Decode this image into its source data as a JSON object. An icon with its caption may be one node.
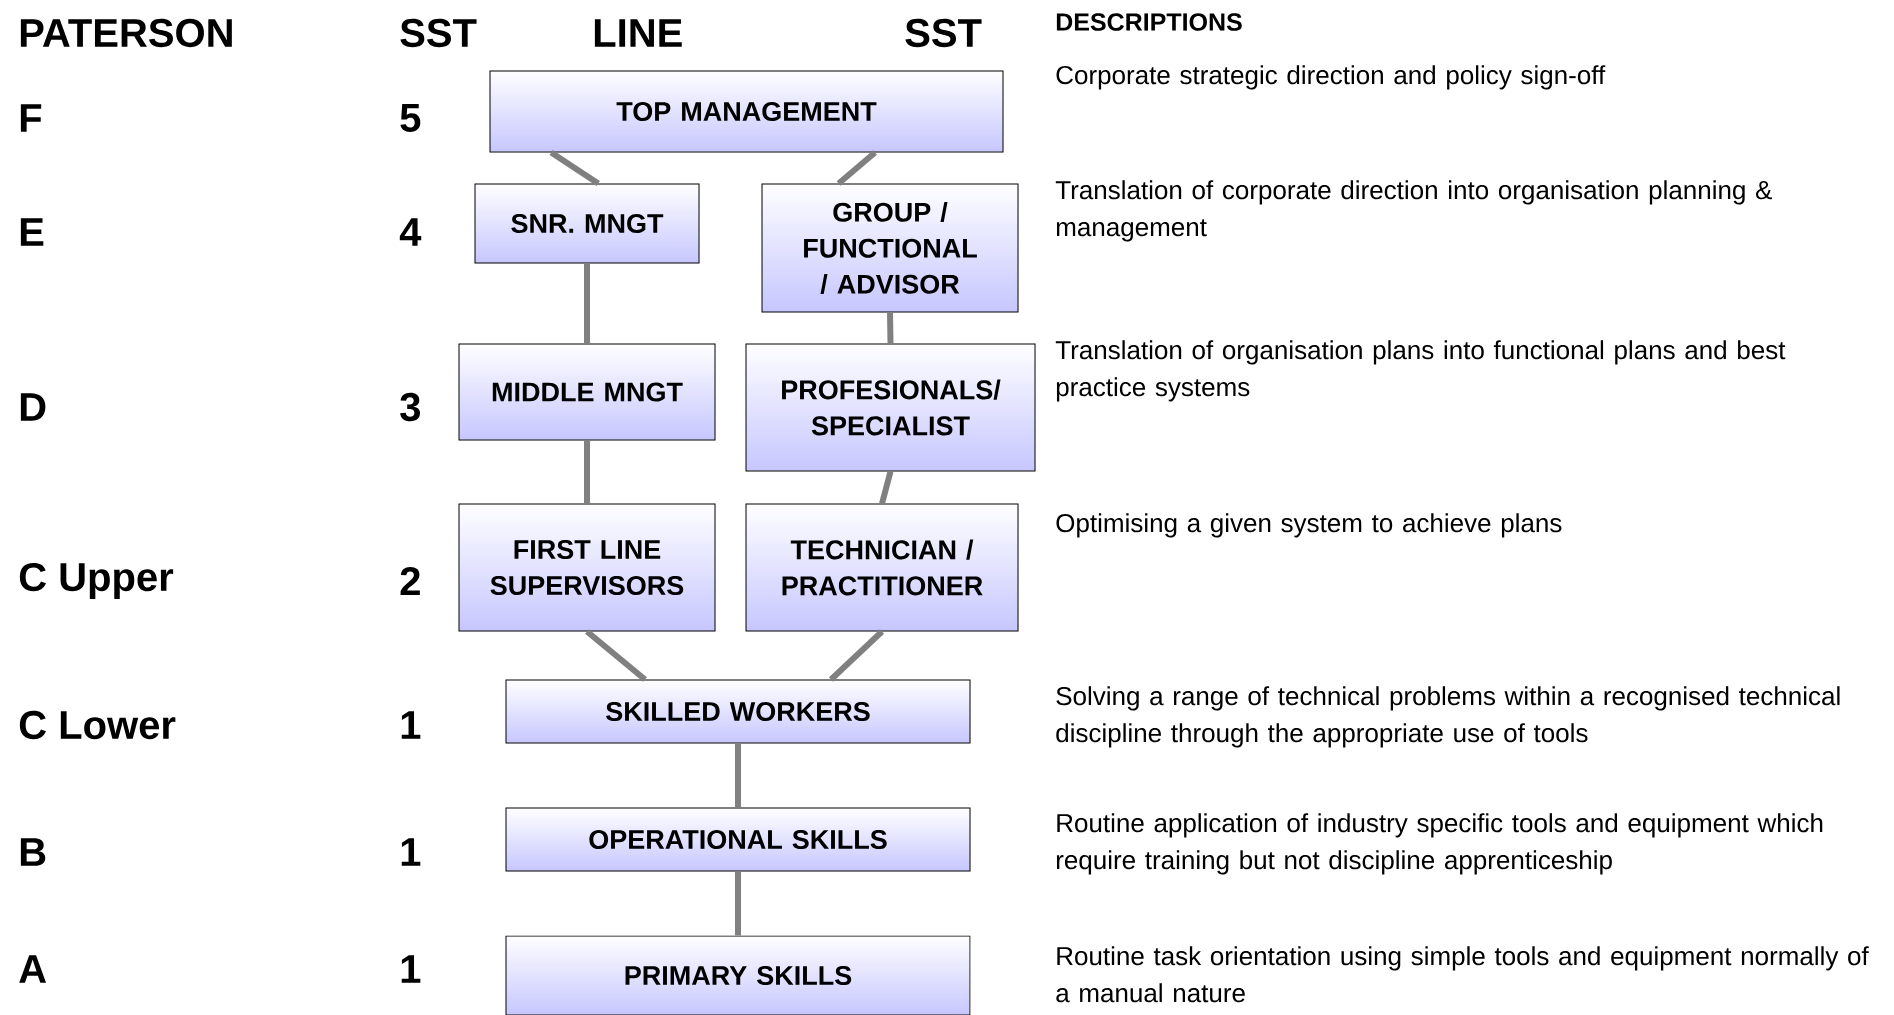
{
  "diagram": {
    "nodes": [
      {
        "text": [
          "TOP MANAGEMENT"
        ]
      },
      {
        "text": [
          "SNR. MNGT"
        ]
      },
      {
        "text": [
          "GROUP / FUNCTIONAL / ADVISOR"
        ]
      },
      {
        "text": [
          "MIDDLE MNGT"
        ]
      },
      {
        "text": [
          "PROFESIONALS/ SPECIALIST"
        ]
      },
      {
        "text": [
          "FIRST LINE SUPERVISORS"
        ]
      },
      {
        "text": [
          "TECHNICIAN / PRACTITIONER"
        ]
      },
      {
        "text": [
          "SKILLED WORKERS"
        ]
      },
      {
        "text": [
          "OPERATIONAL SKILLS"
        ]
      },
      {
        "text": [
          "PRIMARY SKILLS"
        ]
      }
    ],
    "edges": [
      {
        "from": 0,
        "to": 1,
        "arrow": "none"
      },
      {
        "from": 0,
        "to": 2,
        "arrow": "none"
      },
      {
        "from": 1,
        "to": 3,
        "arrow": "none"
      },
      {
        "from": 2,
        "to": 4,
        "arrow": "none"
      },
      {
        "from": 3,
        "to": 5,
        "arrow": "none"
      },
      {
        "from": 4,
        "to": 6,
        "arrow": "none"
      },
      {
        "from": 5,
        "to": 7,
        "arrow": "none"
      },
      {
        "from": 6,
        "to": 7,
        "arrow": "none"
      },
      {
        "from": 7,
        "to": 8,
        "arrow": "none"
      },
      {
        "from": 8,
        "to": 9,
        "arrow": "none"
      }
    ],
    "labels": [
      "PATERSON",
      "SST",
      "LINE",
      "SST",
      "DESCRIPTIONS",
      "F",
      "5",
      "Corporate strategic direction and policy sign-off",
      "E",
      "4",
      "Translation of corporate direction into organisation planning & management",
      "D",
      "3",
      "Translation of organisation plans into functional plans and best practice systems",
      "C Upper",
      "2",
      "Optimising a given system to achieve plans",
      "C Lower",
      "1",
      "Solving a range of technical problems within a recognised technical discipline through the appropriate use of tools",
      "B",
      "1",
      "Routine application of industry specific tools and equipment which require training but not discipline apprenticeship",
      "A",
      "1",
      "Routine task orientation using simple tools and equipment normally of a manual nature"
    ]
  }
}
